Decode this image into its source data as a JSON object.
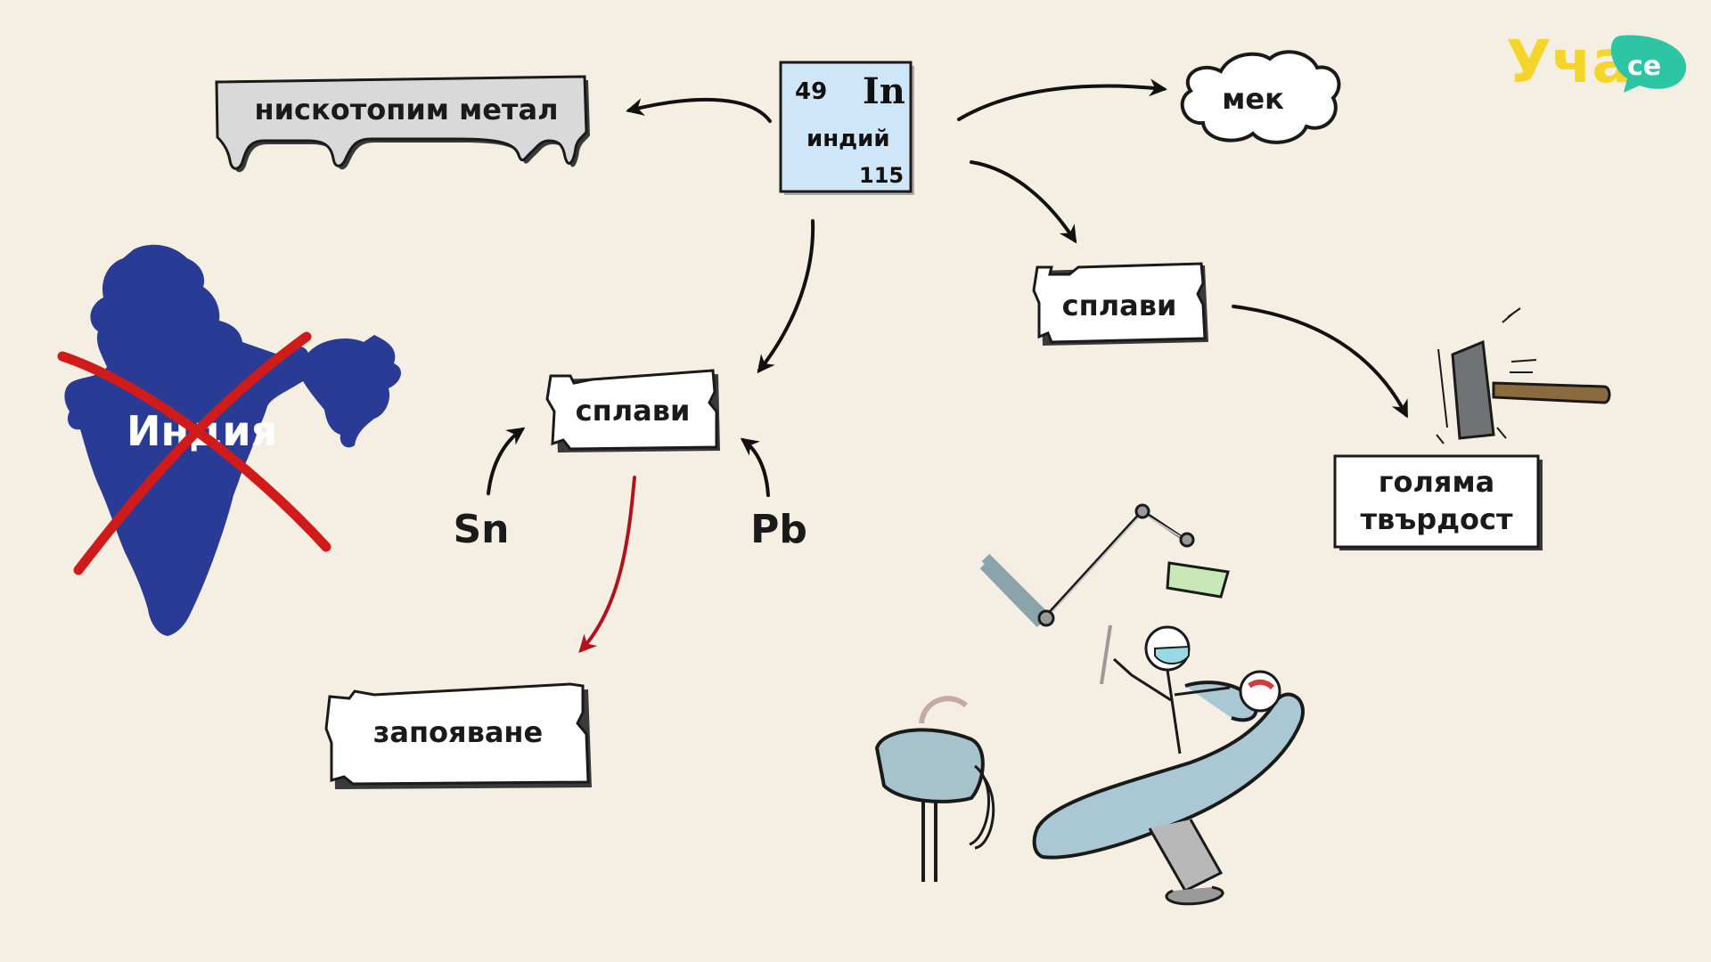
{
  "logo": {
    "text": "Уча",
    "suffix": "се"
  },
  "element": {
    "number": "49",
    "symbol": "In",
    "name": "индий",
    "mass": "115"
  },
  "labels": {
    "low_melting": "нискотопим метал",
    "soft": "мек",
    "alloys_right": "сплави",
    "alloys_center": "сплави",
    "hardness_line1": "голяма",
    "hardness_line2": "твърдост",
    "tin": "Sn",
    "lead": "Pb",
    "soldering": "запояване",
    "india": "Индия"
  },
  "colors": {
    "background": "#f4efe2",
    "element_fill": "#cfe6f8",
    "india": "#2a3b95",
    "cross": "#d11a1a",
    "arrow": "#111111",
    "arrow_red": "#b3121c",
    "logo_yellow": "#f5d52a",
    "logo_teal": "#2dc6a5"
  }
}
